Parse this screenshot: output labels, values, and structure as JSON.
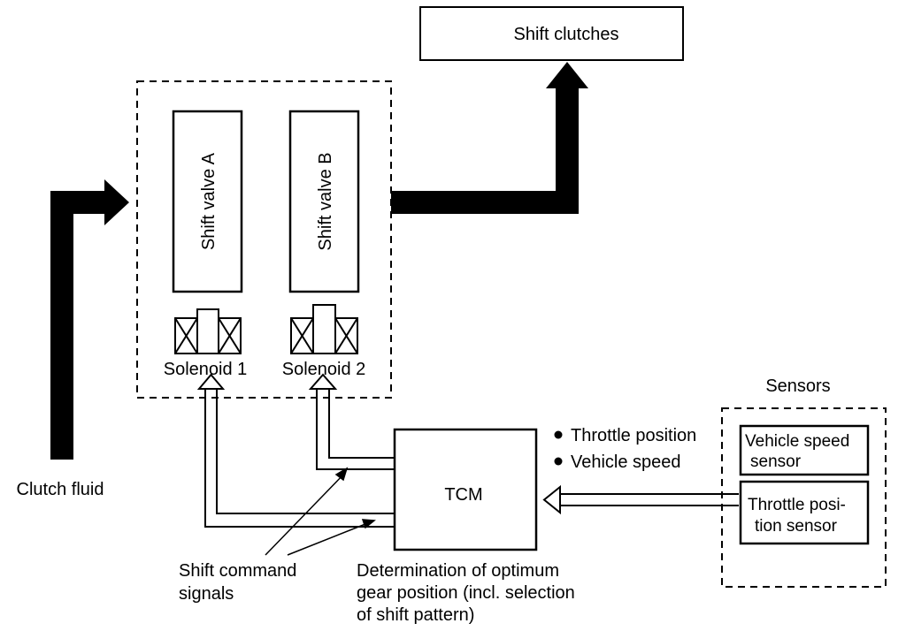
{
  "diagram": {
    "shift_clutches": "Shift clutches",
    "shift_valve_a": "Shift valve A",
    "shift_valve_b": "Shift valve B",
    "solenoid_1": "Solenoid 1",
    "solenoid_2": "Solenoid 2",
    "clutch_fluid": "Clutch fluid",
    "tcm": "TCM",
    "inputs": [
      "Throttle position",
      "Vehicle speed"
    ],
    "sensors_title": "Sensors",
    "vehicle_speed_sensor": [
      "Vehicle speed",
      "sensor"
    ],
    "throttle_position_sensor": [
      "Throttle posi-",
      "tion sensor"
    ],
    "shift_command_signals": [
      "Shift command",
      "signals"
    ],
    "determination": [
      "Determination of optimum",
      "gear position (incl. selection",
      "of shift pattern)"
    ]
  }
}
